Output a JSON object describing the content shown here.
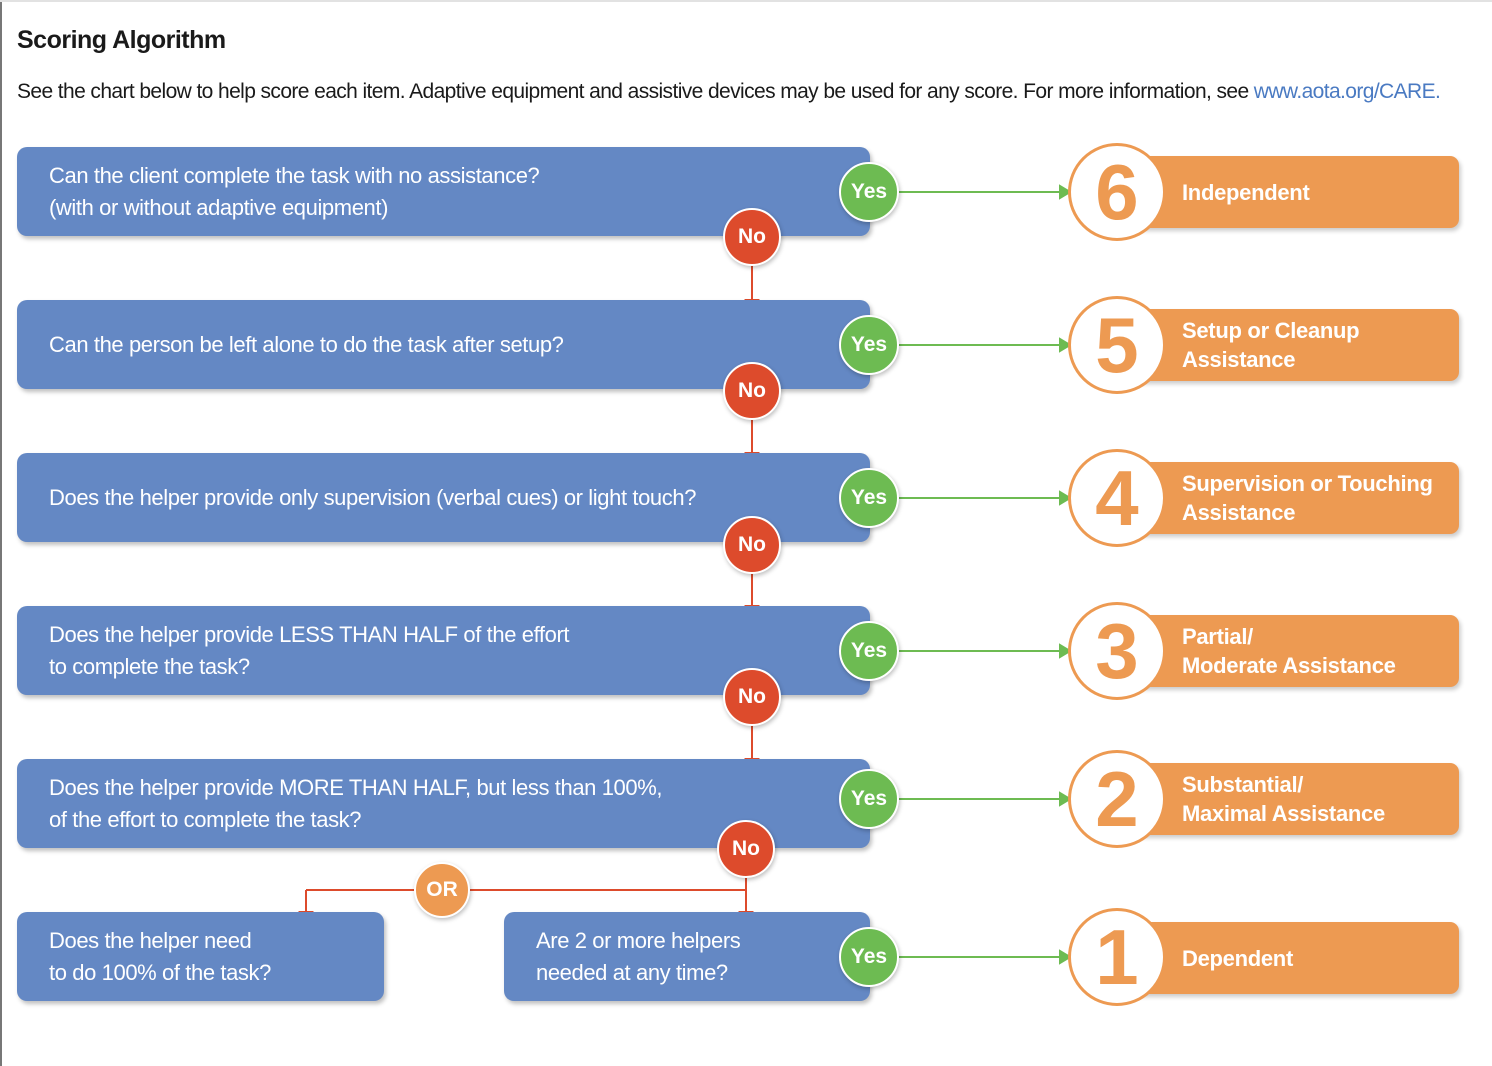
{
  "title": "Scoring Algorithm",
  "intro": {
    "text": "See the chart below to help score each item. Adaptive equipment and assistive devices may be used for any score. For more information, see ",
    "link": "www.aota.org/CARE."
  },
  "questions": {
    "q1": "Can the client complete the task with no assistance?\n(with or without adaptive equipment)",
    "q2": "Can the person be left alone to do the task after setup?",
    "q3": "Does the helper provide only supervision (verbal cues) or light touch?",
    "q4": "Does the helper provide LESS THAN HALF of the effort\nto complete the task?",
    "q5": "Does the helper provide MORE THAN HALF, but less than 100%,\nof the effort to complete the task?",
    "q6a": "Does the helper need\nto do 100% of the task?",
    "q6b": "Are 2 or more helpers\nneeded at any time?"
  },
  "labels": {
    "yes": "Yes",
    "no": "No",
    "or": "OR"
  },
  "scores": [
    {
      "number": "6",
      "label": "Independent"
    },
    {
      "number": "5",
      "label": "Setup or Cleanup\nAssistance"
    },
    {
      "number": "4",
      "label": "Supervision or Touching\nAssistance"
    },
    {
      "number": "3",
      "label": "Partial/\nModerate Assistance"
    },
    {
      "number": "2",
      "label": "Substantial/\nMaximal Assistance"
    },
    {
      "number": "1",
      "label": "Dependent"
    }
  ],
  "colors": {
    "question": "#6488c4",
    "yes": "#6dbb52",
    "no": "#dd4b2c",
    "score": "#ed9a52",
    "link": "#4a7ac2"
  }
}
